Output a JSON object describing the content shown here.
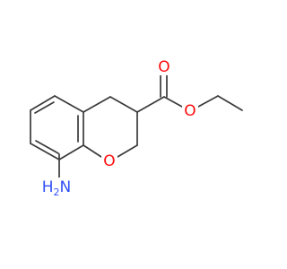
{
  "atoms": {
    "o_ester_carbonyl": {
      "label": "O",
      "color": "#ff0d0d"
    },
    "o_ester_single": {
      "label": "O",
      "color": "#ff0d0d"
    },
    "o_ring": {
      "label": "O",
      "color": "#ff0d0d"
    },
    "n_amino": {
      "label": "H2N",
      "color": "#3050f8"
    }
  }
}
